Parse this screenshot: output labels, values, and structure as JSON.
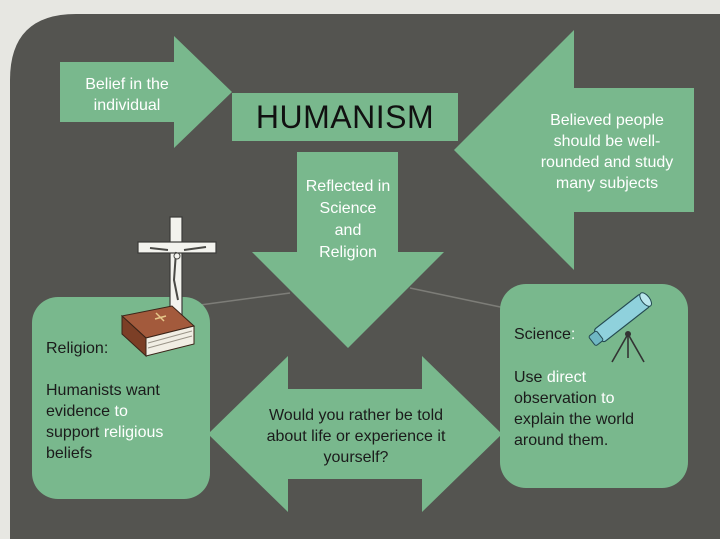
{
  "title": "HUMANISM",
  "arrows": {
    "left": "Belief in the individual",
    "right": "Believed people should be well-rounded and study many subjects",
    "down": "Reflected in Science and Religion",
    "bottom": "Would you rather be told about life or experience it yourself?"
  },
  "religion": {
    "heading": "Religion:",
    "t1": "Humanists want",
    "t2": "evidence",
    "t3": " to",
    "t4": "support",
    "t5": " religious",
    "t6": "beliefs"
  },
  "science": {
    "heading": "Science",
    "colon": ":",
    "t1": "Use",
    "t2": " direct",
    "t3": "observation",
    "t4": " to",
    "t5": "explain the world",
    "t6": "around them."
  },
  "colors": {
    "background": "#545450",
    "shape_green": "#79b88d",
    "frame": "#e7e7e2"
  },
  "icons": [
    "crucifix-icon",
    "bible-icon",
    "telescope-icon"
  ]
}
